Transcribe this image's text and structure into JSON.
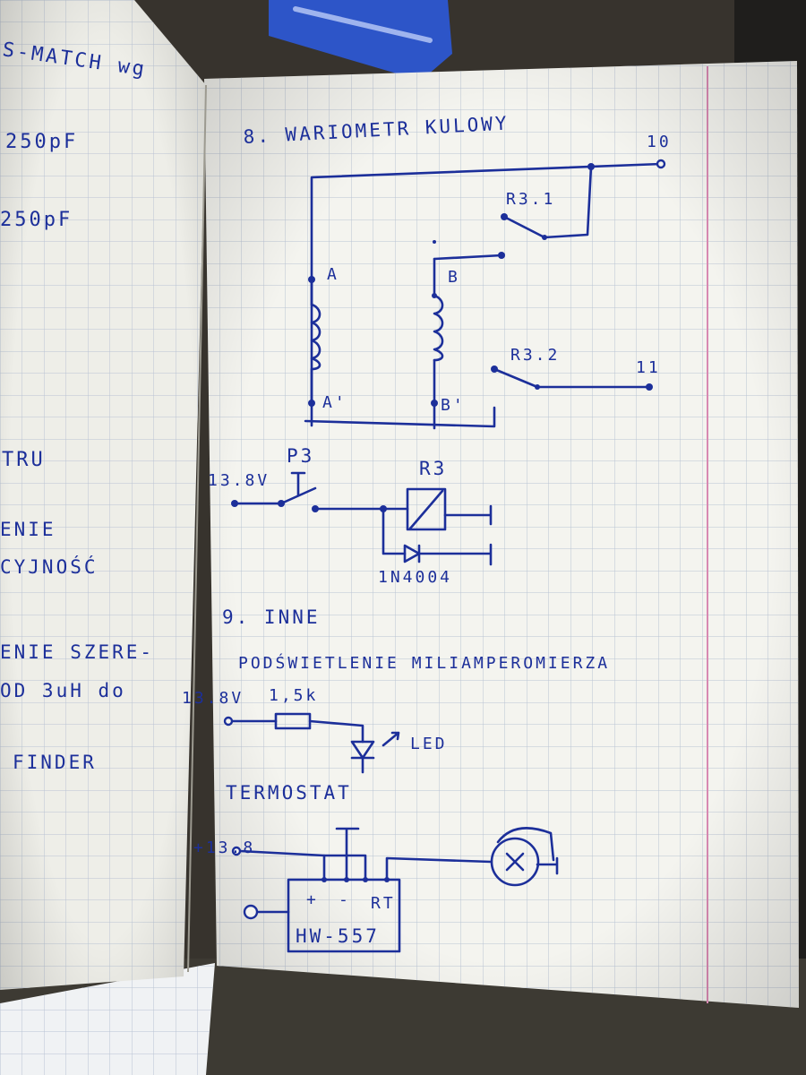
{
  "left_page": {
    "lines": [
      "S-MATCH wg",
      "250pF",
      "250pF",
      "TRU",
      "ENIE",
      "CYJNOŚĆ",
      "ENIE SZERE-",
      "OD 3uH do",
      "FINDER"
    ]
  },
  "section8": {
    "title": "8. WARIOMETR KULOWY",
    "labels": {
      "terminal_10": "10",
      "terminal_11": "11",
      "relay_contact_1": "R3.1",
      "relay_contact_2": "R3.2",
      "coil_a": "A",
      "coil_a_prime": "A'",
      "coil_b": "B",
      "coil_b_prime": "B'",
      "voltage": "13.8V",
      "switch": "P3",
      "relay": "R3",
      "diode": "1N4004"
    }
  },
  "section9": {
    "title": "9. INNE",
    "backlight": {
      "title": "PODŚWIETLENIE MILIAMPEROMIERZA",
      "voltage": "13.8V",
      "resistor": "1,5k",
      "led": "LED"
    },
    "thermostat": {
      "title": "TERMOSTAT",
      "voltage": "+13.8",
      "module": "HW-557",
      "pin_plus": "+",
      "pin_minus": "-",
      "pin_rt": "RT"
    }
  },
  "colors": {
    "ink": "#1c2f9a",
    "paper": "#f4f4ef",
    "grid": "#b9c3d3",
    "margin": "#d889b2"
  }
}
